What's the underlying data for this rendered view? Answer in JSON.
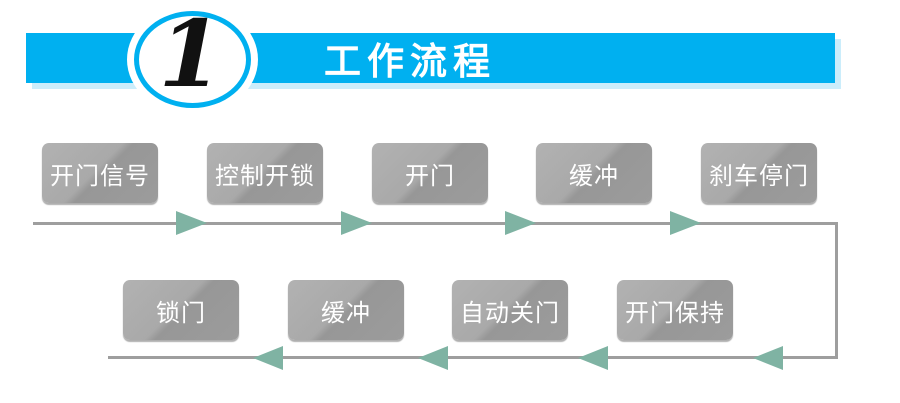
{
  "header": {
    "number": "1",
    "title": "工作流程"
  },
  "flow": {
    "direction_top": "left-to-right",
    "direction_bottom": "right-to-left",
    "top_row": [
      "开门信号",
      "控制开锁",
      "开门",
      "缓冲",
      "刹车停门"
    ],
    "bottom_row": [
      "锁门",
      "缓冲",
      "自动关门",
      "开门保持"
    ]
  },
  "colors": {
    "banner": "#00B0F0",
    "banner-shadow": "#CBEDFB",
    "title-text": "#FFFFFF",
    "number": "#111111",
    "box": "#9C9C9C",
    "box-text": "#FFFFFF",
    "line": "#9E9E9E",
    "arrow": "#7FB3A3"
  }
}
